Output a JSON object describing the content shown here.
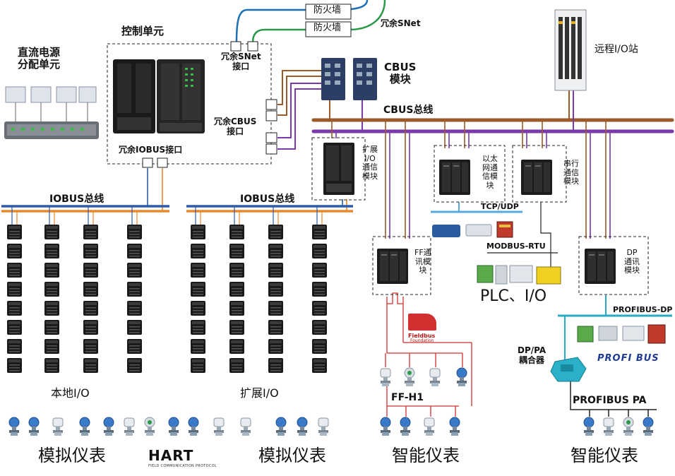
{
  "labels": {
    "dc_power_line1": "直流电源",
    "dc_power_line2": "分配单元",
    "control_unit": "控制单元",
    "redundant_snet_line1": "冗余SNet",
    "redundant_snet_line2": "接口",
    "firewall_1": "防火墙",
    "firewall_2": "防火墙",
    "redundant_snet_right": "冗余SNet",
    "cbus_module_line1": "CBUS",
    "cbus_module_line2": "模块",
    "remote_io": "远程I/O站",
    "redundant_cbus_line1": "冗余CBUS",
    "redundant_cbus_line2": "接口",
    "cbus_bus": "CBUS总线",
    "redundant_iobus": "冗余IOBUS接口",
    "exp_io_comm_module": [
      "扩展",
      "I/O",
      "通信",
      "模块"
    ],
    "ethernet_comm_module": [
      "以太",
      "网通",
      "信模",
      "块"
    ],
    "serial_comm_module": [
      "串行",
      "通信",
      "模块"
    ],
    "iobus_left": "IOBUS总线",
    "iobus_right": "IOBUS总线",
    "tcp_udp": "TCP/UDP",
    "modbus_rtu": "MODBUS-RTU",
    "ff_comm_module": [
      "FF通",
      "讯模",
      "块"
    ],
    "dp_comm_module": [
      "DP",
      "通讯",
      "模块"
    ],
    "plc_io": "PLC、I/O",
    "profibus_dp": "PROFIBUS-DP",
    "dp_pa_coupler_line1": "DP/PA",
    "dp_pa_coupler_line2": "耦合器",
    "local_io": "本地I/O",
    "expansion_io": "扩展I/O",
    "ff_h1": "FF-H1",
    "profibus_pa": "PROFIBUS PA",
    "analog_instruments_left": "模拟仪表",
    "analog_instruments_mid": "模拟仪表",
    "smart_instruments_mid": "智能仪表",
    "smart_instruments_right": "智能仪表"
  },
  "logos": {
    "hart": "HART",
    "hart_sub": "FIELD COMMUNICATION PROTOCOL",
    "fieldbus": "Fieldbus",
    "fieldbus_sub": "Foundation",
    "profibus": "PROFI BUS"
  },
  "colors": {
    "cbus_brown": "#9a5a2a",
    "cbus_purple": "#7a3aa8",
    "iobus_blue": "#2e5aa8",
    "iobus_orange": "#e8882c",
    "snet_blue": "#1f6fb5",
    "snet_green": "#2a9a4a",
    "ff_red": "#d23030",
    "ethernet_lightblue": "#5aa8e0",
    "dp_cyan": "#2aa8c8"
  },
  "icons": {
    "module": "io-module-icon",
    "switch": "ethernet-switch-icon",
    "transmitter": "transmitter-icon",
    "cabinet": "cabinet-icon"
  }
}
